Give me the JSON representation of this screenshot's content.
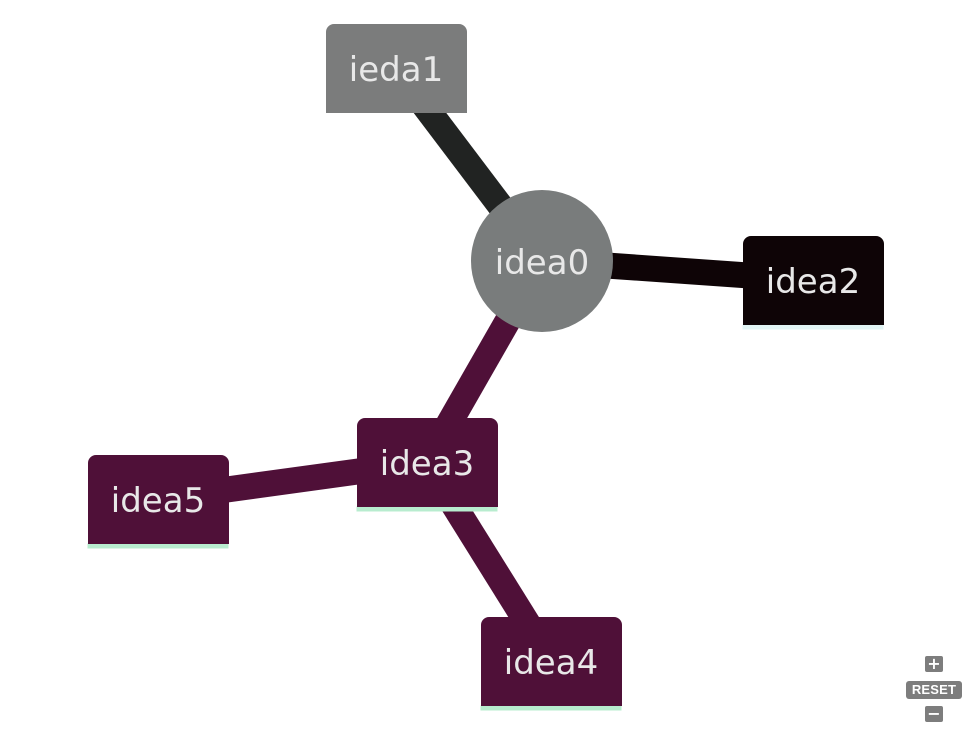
{
  "mindmap": {
    "nodes": [
      {
        "id": "n0",
        "label": "idea0",
        "shape": "circle",
        "color": "#797c7c",
        "underline": null
      },
      {
        "id": "n1",
        "label": "ieda1",
        "shape": "rect",
        "color": "#7b7c7c",
        "underline": null
      },
      {
        "id": "n2",
        "label": "idea2",
        "shape": "rect",
        "color": "#0e0406",
        "underline": "#e2f5f5"
      },
      {
        "id": "n3",
        "label": "idea3",
        "shape": "rect",
        "color": "#4f1038",
        "underline": "#b8eccf"
      },
      {
        "id": "n4",
        "label": "idea4",
        "shape": "rect",
        "color": "#4f1038",
        "underline": "#b8eccf"
      },
      {
        "id": "n5",
        "label": "idea5",
        "shape": "rect",
        "color": "#4f1038",
        "underline": "#b8eccf"
      }
    ],
    "edges": [
      {
        "from": "n0",
        "to": "n1",
        "color": "#212322"
      },
      {
        "from": "n0",
        "to": "n2",
        "color": "#0e0406"
      },
      {
        "from": "n0",
        "to": "n3",
        "color": "#4f1038"
      },
      {
        "from": "n3",
        "to": "n4",
        "color": "#4f1038"
      },
      {
        "from": "n3",
        "to": "n5",
        "color": "#4f1038"
      }
    ]
  },
  "controls": {
    "zoom_in_icon": "plus-icon",
    "zoom_in_glyph": "+",
    "reset_label": "RESET",
    "zoom_out_icon": "minus-icon",
    "zoom_out_glyph": "−"
  }
}
